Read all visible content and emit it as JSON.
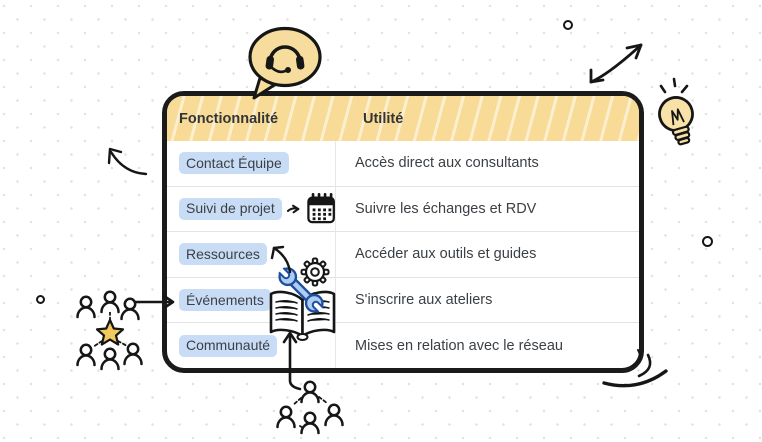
{
  "table": {
    "header": {
      "feature_col": "Fonctionnalité",
      "utility_col": "Utilité"
    },
    "rows": [
      {
        "label": "Contact Équipe",
        "description": "Accès direct aux consultants"
      },
      {
        "label": "Suivi de projet",
        "description": "Suivre les échanges et RDV"
      },
      {
        "label": "Ressources",
        "description": "Accéder aux outils et guides"
      },
      {
        "label": "Événements",
        "description": "S'inscrire aux ateliers"
      },
      {
        "label": "Communauté",
        "description": "Mises en relation avec le réseau"
      }
    ]
  },
  "icons": {
    "headset": "headset-in-speech-bubble doodle",
    "calendar": "calendar doodle next to Suivi de projet",
    "book_tools": "open book with wrench and gear doodle",
    "lightbulb": "lightbulb doodle",
    "team_star": "group of people around a star doodle",
    "network_people": "group of four people doodle",
    "arrows": "hand-drawn connector arrows"
  },
  "colors": {
    "header_yellow": "#f7db96",
    "label_highlight_blue": "#c9dcf6",
    "wrench_blue": "#aecdf2",
    "wrench_outline_blue": "#1c4f9e",
    "star_yellow": "#f2c95c",
    "bulb_yellow": "#f8e2a8",
    "ink": "#1b1b1b",
    "text": "#3b4045"
  }
}
